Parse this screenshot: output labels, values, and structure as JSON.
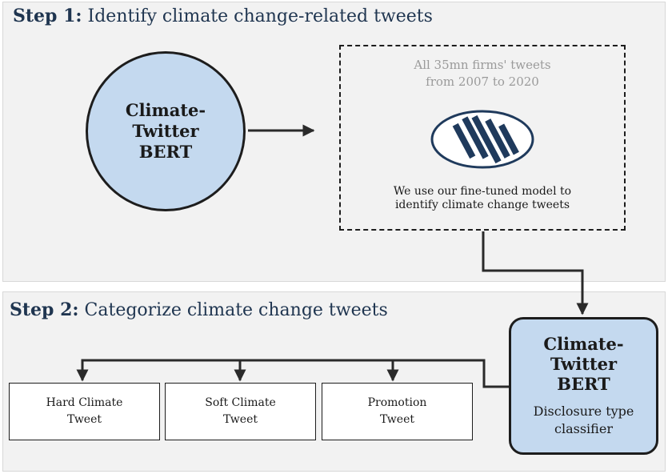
{
  "step1": {
    "label": "Step 1:",
    "text": "Identify climate change-related tweets"
  },
  "step2": {
    "label": "Step 2:",
    "text": "Categorize climate change tweets"
  },
  "model_circle": {
    "name": "Climate-\nTwitter\nBERT"
  },
  "dataset_box": {
    "caption": "All 35mn firms' tweets\nfrom 2007 to 2020",
    "description": "We use our fine-tuned model to identify climate change tweets",
    "logo_icon": "twitter-bird-like-stripes-icon"
  },
  "classifier": {
    "name": "Climate-\nTwitter\nBERT",
    "subtitle": "Disclosure type\nclassifier"
  },
  "categories": [
    {
      "label": "Hard Climate\nTweet"
    },
    {
      "label": "Soft Climate\nTweet"
    },
    {
      "label": "Promotion\nTweet"
    }
  ],
  "colors": {
    "accent_fill": "#c4d9ef",
    "logo_blue": "#1f3a5c",
    "title_navy": "#1f3550",
    "panel_gray": "#f2f2f2"
  }
}
